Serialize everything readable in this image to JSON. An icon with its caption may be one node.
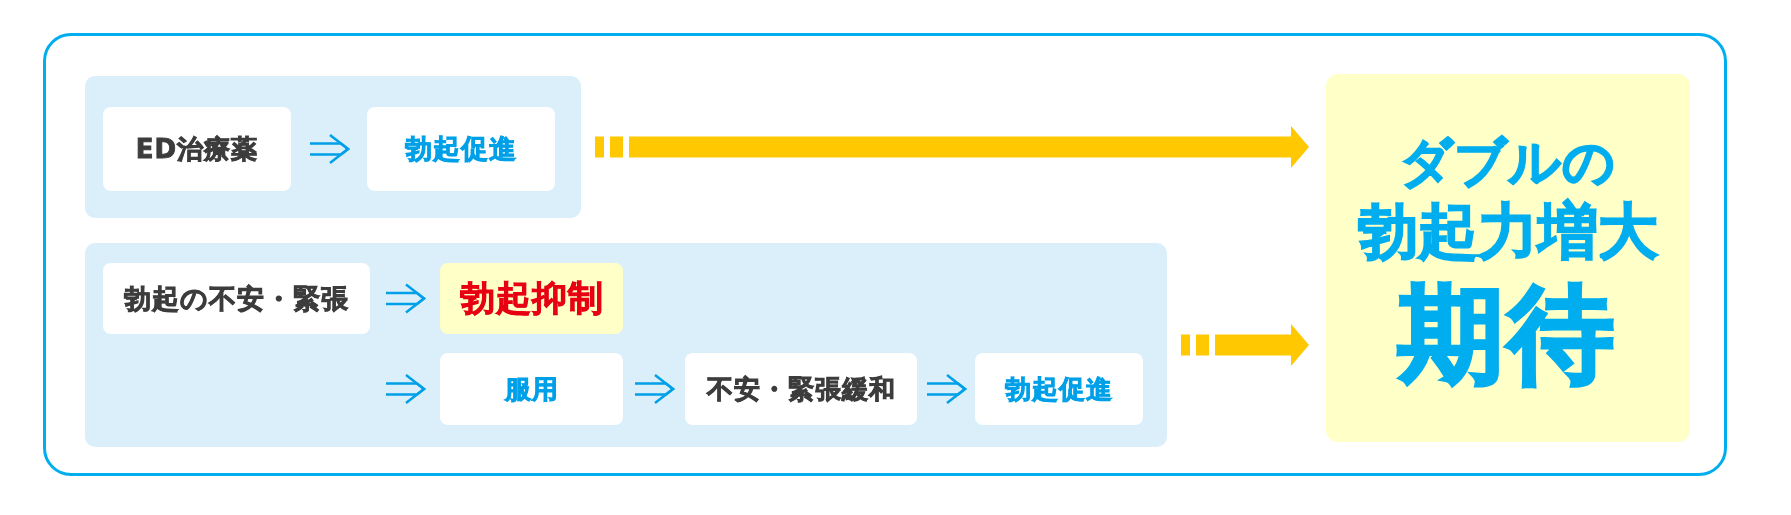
{
  "diagram": {
    "nodes": [
      {
        "text": [],
        "shape": "box"
      },
      {
        "text": [
          "ED治療薬"
        ],
        "in": 0
      },
      {
        "text": [
          "勃起促進"
        ],
        "in": 0
      },
      {
        "text": [],
        "shape": "box"
      },
      {
        "text": [
          "勃起の不安・緊張"
        ],
        "in": 3
      },
      {
        "text": [
          "勃起抑制"
        ],
        "in": 3
      },
      {
        "text": [
          "服用"
        ],
        "in": 3
      },
      {
        "text": [
          "不安・緊張緩和"
        ],
        "in": 3
      },
      {
        "text": [
          "勃起促進"
        ],
        "in": 3
      },
      {
        "text": [
          "ダブルの",
          "勃起力増大",
          "期待"
        ]
      }
    ],
    "edges": [
      {
        "from": 1,
        "to": 2,
        "arrow": "to"
      },
      {
        "from": 4,
        "to": 5,
        "arrow": "to"
      },
      {
        "from": null,
        "to": 6,
        "arrow": "to"
      },
      {
        "from": 6,
        "to": 7,
        "arrow": "to"
      },
      {
        "from": 7,
        "to": 8,
        "arrow": "to"
      },
      {
        "from": 0,
        "to": 9,
        "arrow": "to",
        "style": "thick",
        "color": "#ffc800"
      },
      {
        "from": 3,
        "to": 9,
        "arrow": "to",
        "style": "thick",
        "color": "#ffc800"
      }
    ]
  }
}
